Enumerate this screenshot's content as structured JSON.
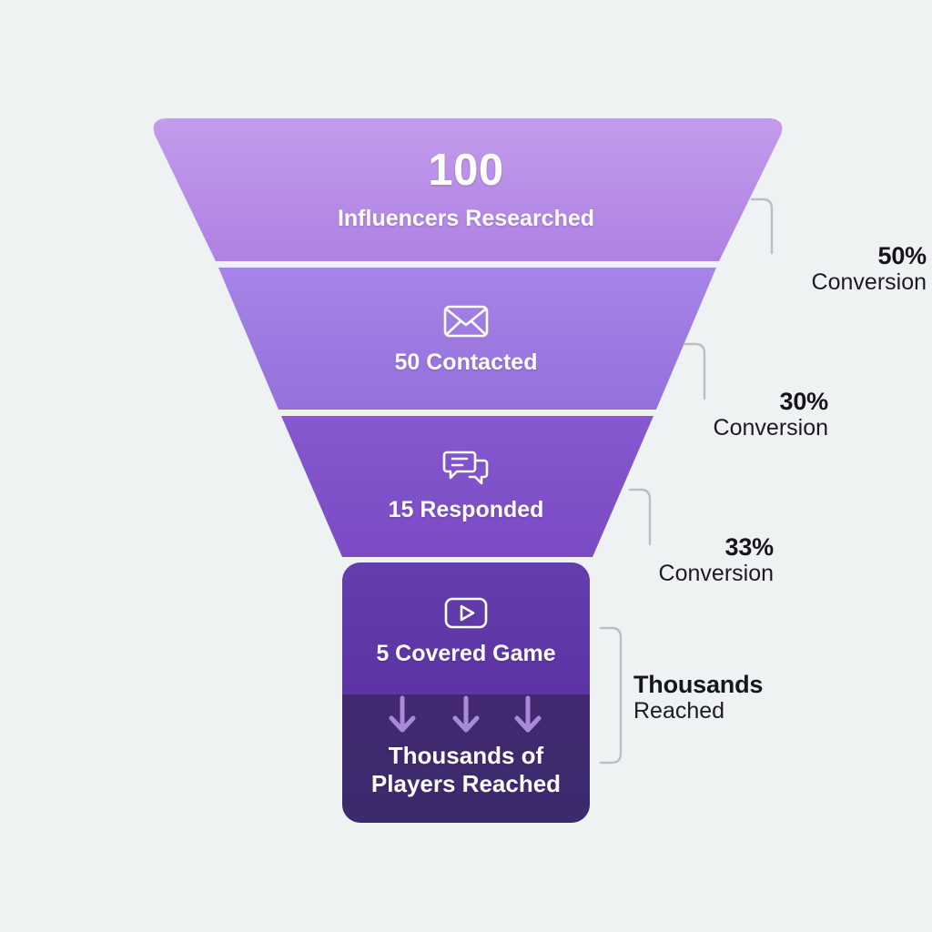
{
  "background_color": "#eef2f3",
  "chart_data": {
    "type": "funnel",
    "title": "",
    "stages": [
      {
        "id": "researched",
        "value": 100,
        "value_text": "100",
        "label": "Influencers Researched",
        "icon": "none",
        "color": "#b589e6"
      },
      {
        "id": "contacted",
        "value": 50,
        "value_text": "",
        "label": "50 Contacted",
        "icon": "envelope-icon",
        "color": "#9a78e0"
      },
      {
        "id": "responded",
        "value": 15,
        "value_text": "",
        "label": "15 Responded",
        "icon": "chat-bubbles-icon",
        "color": "#7e4fc9"
      },
      {
        "id": "covered-game",
        "value": 5,
        "value_text": "",
        "label": "5 Covered Game",
        "icon": "video-play-icon",
        "color": "#5f37a8"
      },
      {
        "id": "players-reached",
        "value": null,
        "value_text": "",
        "label": "Thousands of Players Reached",
        "label_line1": "Thousands of",
        "label_line2": "Players Reached",
        "icon": "three-down-arrows-icon",
        "color": "#3f2a70"
      }
    ],
    "annotations": [
      {
        "id": "conv-1",
        "pct": "50%",
        "sub": "Conversion",
        "from": "researched",
        "to": "contacted"
      },
      {
        "id": "conv-2",
        "pct": "30%",
        "sub": "Conversion",
        "from": "contacted",
        "to": "responded"
      },
      {
        "id": "conv-3",
        "pct": "33%",
        "sub": "Conversion",
        "from": "responded",
        "to": "covered-game"
      },
      {
        "id": "reach",
        "pct": "Thousands",
        "sub": "Reached",
        "from": "covered-game",
        "to": "players-reached"
      }
    ],
    "colors": {
      "stage_1": "#b589e6",
      "stage_2": "#9a78e0",
      "stage_3": "#7e4fc9",
      "stage_4": "#5f37a8",
      "stage_5": "#3f2a70",
      "text_on_funnel": "#ffffff",
      "annotation_text": "#15161a",
      "connector_line": "#b9bfc4",
      "arrow": "#a78ada"
    }
  }
}
